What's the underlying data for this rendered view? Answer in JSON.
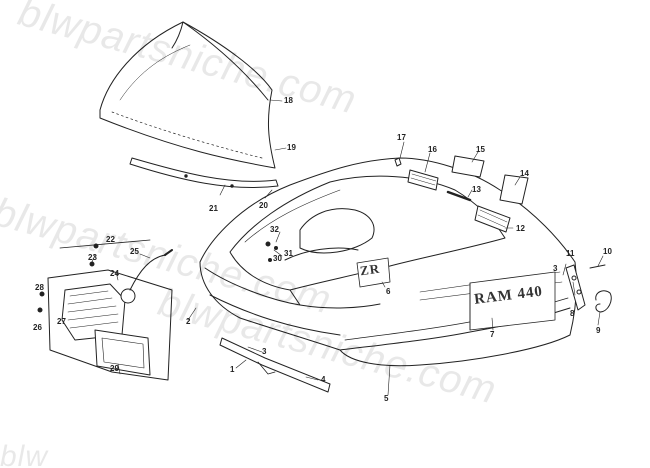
{
  "watermarks": [
    "blwpartsniche.com",
    "blwpartsniche.com",
    "blwpartsniche.com",
    "blw"
  ],
  "decals": {
    "hood_badge": "ZR",
    "side_decal": "RAM 440"
  },
  "callouts": [
    "1",
    "2",
    "3",
    "3",
    "4",
    "5",
    "6",
    "7",
    "8",
    "9",
    "10",
    "11",
    "12",
    "13",
    "14",
    "15",
    "16",
    "17",
    "18",
    "19",
    "20",
    "21",
    "22",
    "23",
    "24",
    "25",
    "26",
    "27",
    "28",
    "29",
    "30",
    "31",
    "32"
  ],
  "colors": {
    "line": "#222222",
    "watermark": "#cccccc",
    "background": "#ffffff"
  }
}
